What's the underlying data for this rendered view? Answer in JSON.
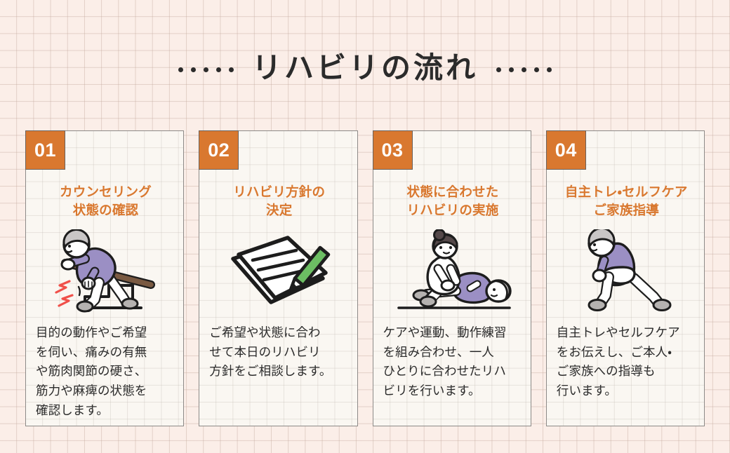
{
  "header": {
    "title": "リハビリの流れ",
    "left_dots": 5,
    "right_dots": 5,
    "title_color": "#2b2b2b",
    "dot_color": "#2b2b2b"
  },
  "theme": {
    "page_background": "#fbeee8",
    "grid_line": "#c4aa9e",
    "card_background": "#faf7f2",
    "card_border": "#8d8a88",
    "badge_background": "#d9782f",
    "badge_text": "#ffffff",
    "heading_color": "#d9782f",
    "body_text": "#2b2b2b",
    "accent_pencil_green": "#6cbe63",
    "accent_shirt_purple": "#9b8fc4",
    "accent_pain_red": "#f0504a",
    "accent_hair_gray": "#c9c6c6",
    "accent_hair_dark": "#55494a",
    "accent_shoe_gray": "#b5b2b0",
    "accent_handrail_brown": "#7a5a42"
  },
  "steps": [
    {
      "number": "01",
      "heading": "カウンセリング\n状態の確認",
      "body": "目的の動作やご希望\nを伺い、痛みの有無\nや筋肉関節の硬さ、\n筋力や麻痺の状態を\n確認します。",
      "illustration": "person-climbing-stairs-with-knee-pain-icon"
    },
    {
      "number": "02",
      "heading": "リハビリ方針の\n決定",
      "body": "ご希望や状態に合わ\nせて本日のリハビリ\n方針をご相談します。",
      "illustration": "document-and-pencil-icon"
    },
    {
      "number": "03",
      "heading": "状態に合わせた\nリハビリの実施",
      "body": "ケアや運動、動作練習\nを組み合わせ、一人\nひとりに合わせたリハ\nビリを行います。",
      "illustration": "therapist-treating-patient-icon"
    },
    {
      "number": "04",
      "heading": "自主トレ・セルフケア\nご家族指導",
      "body": "自主トレやセルフケア\nをお伝えし、ご本人・\nご家族への指導も\n行います。",
      "illustration": "person-stretching-lunge-icon"
    }
  ]
}
